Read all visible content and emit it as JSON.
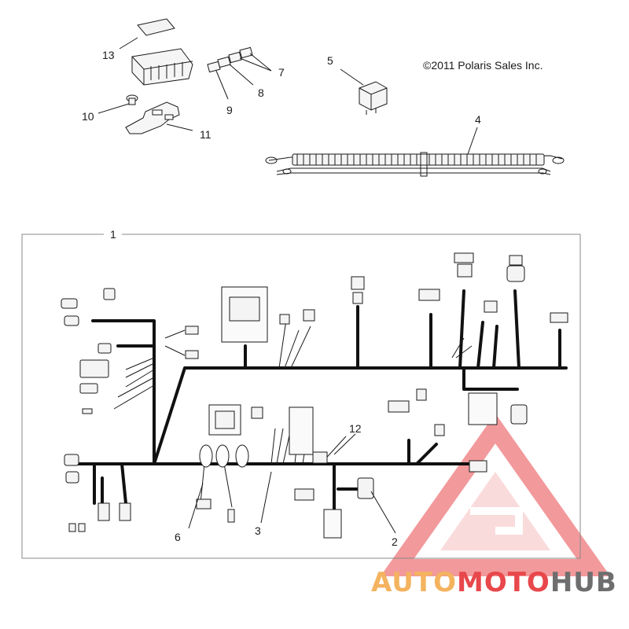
{
  "copyright": "©2011 Polaris Sales Inc.",
  "callouts": {
    "c1": "1",
    "c2": "2",
    "c3": "3",
    "c4": "4",
    "c5": "5",
    "c6": "6",
    "c7": "7",
    "c8": "8",
    "c9": "9",
    "c10": "10",
    "c11": "11",
    "c12": "12",
    "c13": "13"
  },
  "watermark": {
    "part1": "AUTO",
    "part2": "MOTO",
    "part3": "HUB",
    "color_orange": "#f4b35e",
    "color_red": "#e8474b",
    "color_gray": "#6e6e6e"
  },
  "colors": {
    "line": "#1a1a1a",
    "harness": "#111111",
    "frame": "#888888"
  }
}
